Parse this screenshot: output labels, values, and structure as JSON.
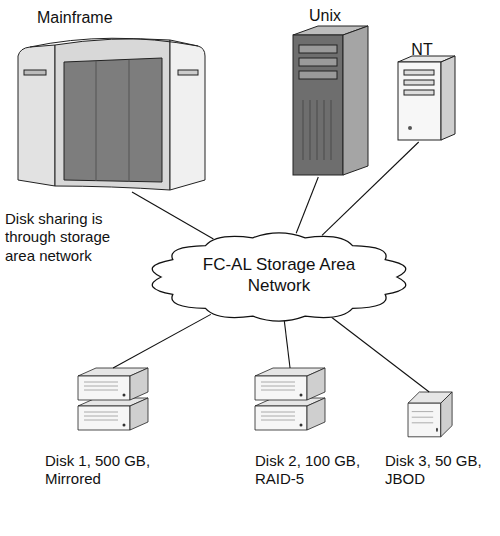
{
  "diagram": {
    "nodes": [
      {
        "text": [
          "Mainframe"
        ]
      },
      {
        "text": [
          "Unix"
        ]
      },
      {
        "text": [
          "NT"
        ]
      },
      {
        "text": [
          "FC-AL Storage Area Network"
        ]
      },
      {
        "text": [
          "Disk 1, 500 GB, Mirrored"
        ]
      },
      {
        "text": [
          "Disk 2, 100 GB, RAID-5"
        ]
      },
      {
        "text": [
          "Disk 3, 50 GB, JBOD"
        ]
      }
    ],
    "edges": [
      {
        "from": 0,
        "to": 3,
        "arrow": "none"
      },
      {
        "from": 1,
        "to": 3,
        "arrow": "none"
      },
      {
        "from": 2,
        "to": 3,
        "arrow": "none"
      },
      {
        "from": 3,
        "to": 4,
        "arrow": "none"
      },
      {
        "from": 3,
        "to": 5,
        "arrow": "none"
      },
      {
        "from": 3,
        "to": 6,
        "arrow": "none"
      }
    ],
    "labels": [
      "Disk sharing is through storage area network"
    ]
  }
}
